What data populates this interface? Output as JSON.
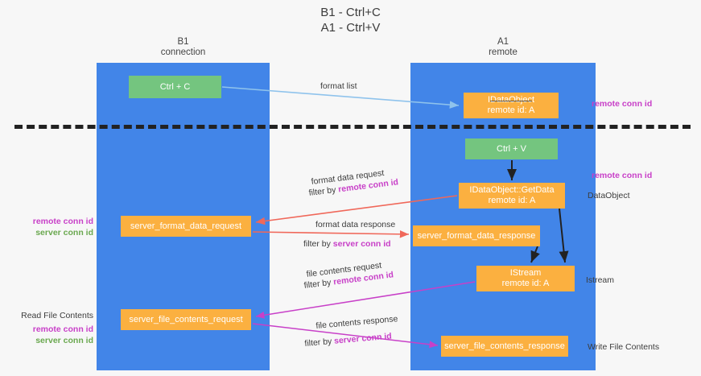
{
  "title": {
    "line1": "B1 - Ctrl+C",
    "line2": "A1 - Ctrl+V"
  },
  "lanes": [
    {
      "id": "b1",
      "name": "B1",
      "role": "connection"
    },
    {
      "id": "a1",
      "name": "A1",
      "role": "remote"
    }
  ],
  "nodes": {
    "ctrl_c": {
      "label": "Ctrl + C",
      "color": "#74c57f"
    },
    "idataobject": {
      "label": "IDataObject",
      "sub": "remote id: A",
      "color": "#fbb040",
      "struck": true
    },
    "ctrl_v": {
      "label": "Ctrl + V",
      "color": "#74c57f"
    },
    "getdata": {
      "label": "IDataObject::GetData",
      "sub": "remote id: A",
      "color": "#fbb040"
    },
    "server_format_data_request": {
      "label": "server_format_data_request",
      "color": "#fbb040"
    },
    "server_format_data_response": {
      "label": "server_format_data_response",
      "color": "#fbb040"
    },
    "istream": {
      "label": "IStream",
      "sub": "remote id: A",
      "color": "#fbb040"
    },
    "server_file_contents_request": {
      "label": "server_file_contents_request",
      "color": "#fbb040"
    },
    "server_file_contents_response": {
      "label": "server_file_contents_response",
      "color": "#fbb040"
    }
  },
  "edge_labels": {
    "format_list": "format list",
    "format_data_request": "format data request",
    "filter_by": "filter by",
    "remote_conn_id": "remote conn id",
    "server_conn_id": "server conn id",
    "format_data_response": "format data response",
    "file_contents_request": "file contents request",
    "file_contents_response": "file contents response"
  },
  "annotations": {
    "right_remote_conn_id_top": "remote conn id",
    "right_remote_conn_id_mid": "remote conn id",
    "right_dataobject": "DataObject",
    "right_istream": "Istream",
    "right_write_file_contents": "Write File Contents",
    "left_remote_conn_id": "remote conn id",
    "left_server_conn_id": "server conn id",
    "left_read_file_contents": "Read File Contents",
    "left_remote_conn_id_2": "remote conn id",
    "left_server_conn_id_2": "server conn id"
  },
  "colors": {
    "lane": "#4285e8",
    "green_node": "#74c57f",
    "orange_node": "#fbb040",
    "magenta": "#c840c8",
    "green_text": "#6aa84f",
    "arrow_blue": "#a9cdf0",
    "arrow_red": "#f0685a",
    "arrow_magenta": "#c840c8",
    "arrow_dark": "#222222",
    "background": "#f7f7f7"
  }
}
